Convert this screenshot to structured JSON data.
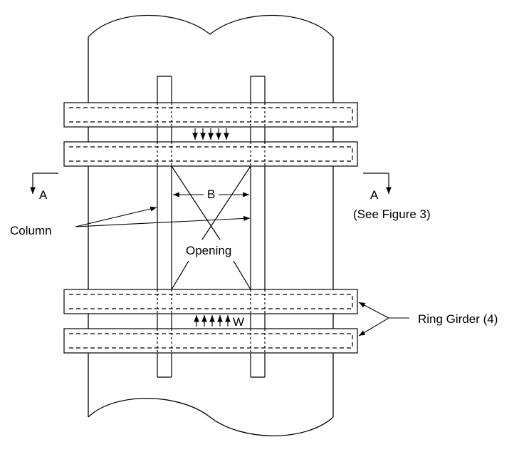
{
  "labels": {
    "section_left": "A",
    "section_right": "A",
    "see_figure": "(See Figure 3)",
    "dimension_b": "B",
    "column": "Column",
    "opening": "Opening",
    "load_w": "W",
    "ring_girder": "Ring Girder (4)"
  },
  "colors": {
    "line": "#000000",
    "background": "#ffffff"
  }
}
